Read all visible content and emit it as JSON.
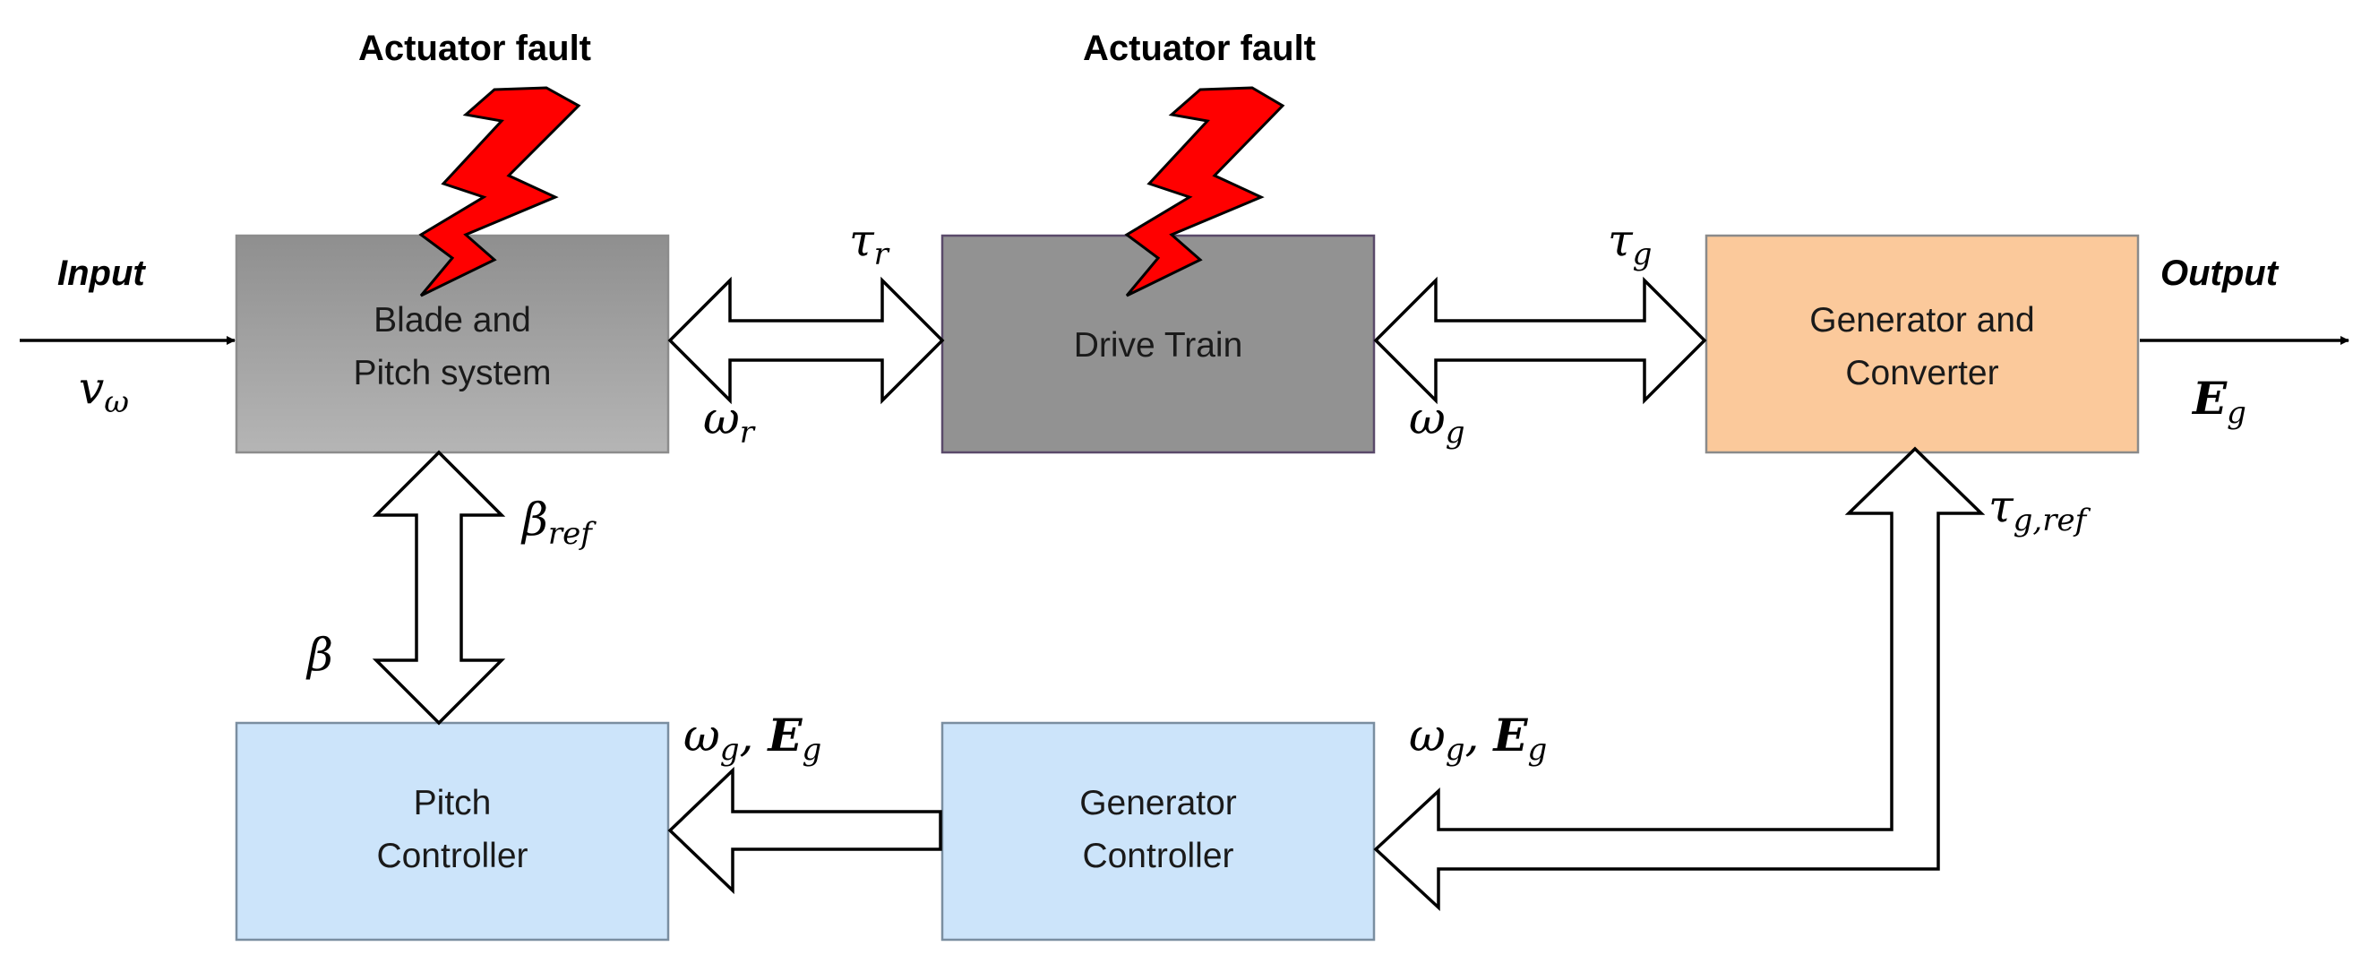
{
  "blocks": {
    "blade": {
      "line1": "Blade and",
      "line2": "Pitch system"
    },
    "drive": {
      "line1": "Drive Train"
    },
    "generator": {
      "line1": "Generator and",
      "line2": "Converter"
    },
    "pitch_controller": {
      "line1": "Pitch",
      "line2": "Controller"
    },
    "generator_controller": {
      "line1": "Generator",
      "line2": "Controller"
    }
  },
  "faults": {
    "left_label": "Actuator fault",
    "right_label": "Actuator fault"
  },
  "io": {
    "input_label": "Input",
    "output_label": "Output"
  },
  "symbols": {
    "v": "v",
    "v_sub": "ω",
    "tau": "τ",
    "r_sub": "r",
    "g_sub": "g",
    "gref_sub": "g,ref",
    "omega": "ω",
    "beta": "β",
    "ref_sub": "ref",
    "E": "E",
    "sep": ", "
  },
  "colors": {
    "gray_top": "#8f8f8f",
    "gray_bottom": "#b5b5b5",
    "drive_fill": "#929292",
    "generator_fill": "#fbc99b",
    "controller_fill": "#cce4fa",
    "fault_red": "#ff0000"
  }
}
